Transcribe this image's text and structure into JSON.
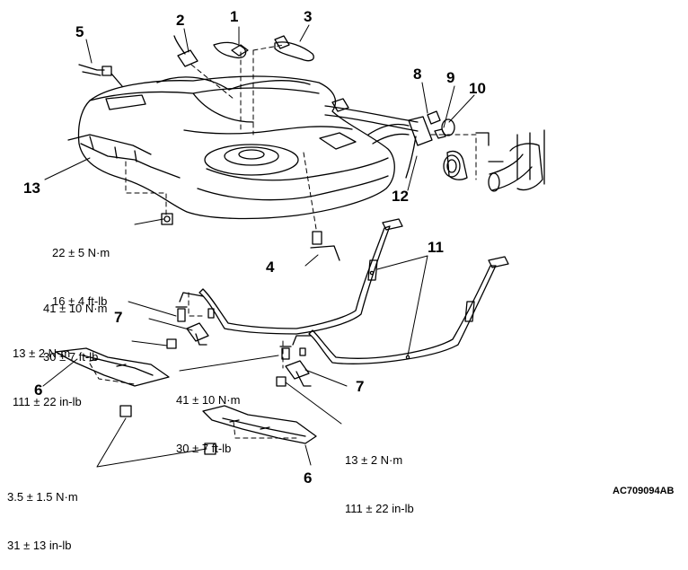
{
  "callouts": {
    "c1": "1",
    "c2": "2",
    "c3": "3",
    "c4": "4",
    "c5": "5",
    "c6a": "6",
    "c6b": "6",
    "c7a": "7",
    "c7b": "7",
    "c8": "8",
    "c9": "9",
    "c10": "10",
    "c11": "11",
    "c12": "12",
    "c13": "13"
  },
  "torque": {
    "t_22_5_nm": "22 ± 5 N·m",
    "t_16_4_ftlb": "16 ± 4 ft-lb",
    "t_41_10_nm_a": "41 ± 10 N·m",
    "t_30_7_ftlb_a": "30 ± 7 ft-lb",
    "t_13_2_nm_a": "13 ± 2 N·m",
    "t_111_22_inlb_a": "111 ± 22 in-lb",
    "t_41_10_nm_b": "41 ± 10 N·m",
    "t_30_7_ftlb_b": "30 ± 7 ft-lb",
    "t_13_2_nm_b": "13 ± 2 N·m",
    "t_111_22_inlb_b": "111 ± 22 in-lb",
    "t_3_5_1_5_nm": "3.5 ± 1.5 N·m",
    "t_31_13_inlb": "31 ± 13 in-lb"
  },
  "figure_code": "AC709094AB"
}
